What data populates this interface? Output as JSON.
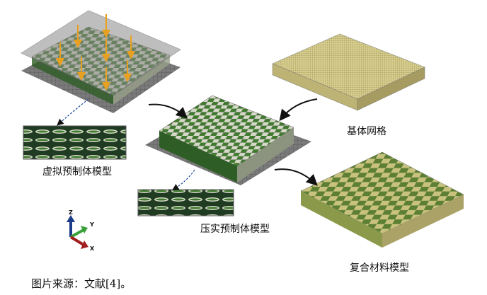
{
  "labels": {
    "virtual_preform": "虚拟预制体模型",
    "compacted_preform": "压实预制体模型",
    "matrix_mesh": "基体网格",
    "composite_model": "复合材料模型"
  },
  "axes": {
    "z": "Z",
    "y": "Y",
    "x": "X"
  },
  "caption": "图片来源：文献[4]。",
  "colors": {
    "fiber_green": "#3f7a2e",
    "fiber_light": "#d6d8c8",
    "matrix": "#d9cf8e",
    "plate": "#8a8a8a",
    "press_arrow": "#e8a020"
  }
}
